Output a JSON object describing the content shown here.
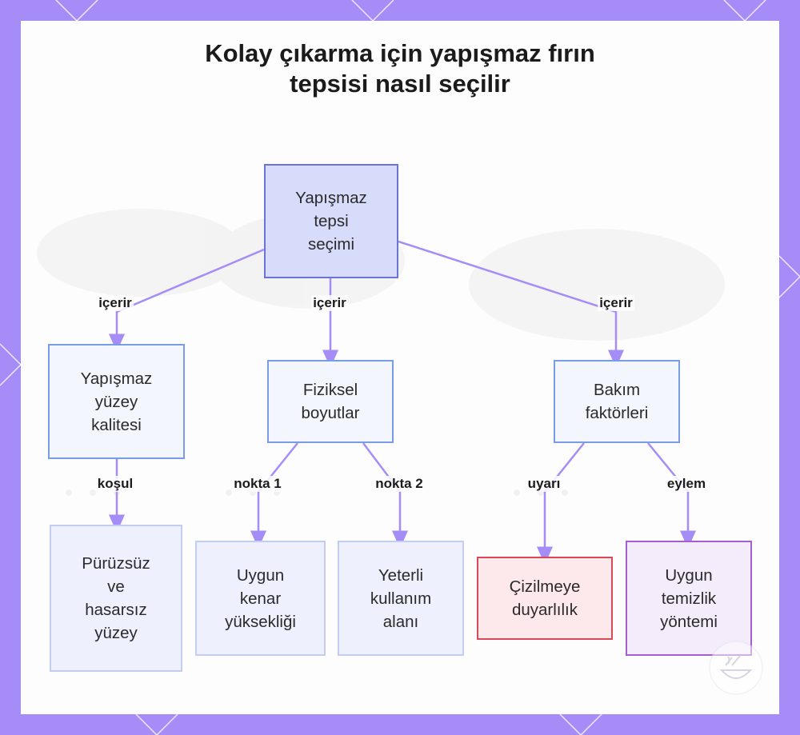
{
  "title": {
    "line1": "Kolay çıkarma için yapışmaz fırın",
    "line2": "tepsisi nasıl seçilir"
  },
  "nodes": {
    "root": "Yapışmaz\ntepsi\nseçimi",
    "surface_quality": "Yapışmaz\nyüzey\nkalitesi",
    "physical_dimensions": "Fiziksel\nboyutlar",
    "care_factors": "Bakım\nfaktörleri",
    "smooth_surface": "Pürüzsüz\nve\nhasarsız\nyüzey",
    "edge_height": "Uygun\nkenar\nyüksekliği",
    "usable_area": "Yeterli\nkullanım\nalanı",
    "scratch_sensitivity": "Çizilmeye\nduyarlılık",
    "cleaning_method": "Uygun\ntemizlik\nyöntemi"
  },
  "edge_labels": {
    "root_to_surface": "içerir",
    "root_to_dimensions": "içerir",
    "root_to_care": "içerir",
    "surface_to_smooth": "koşul",
    "dimensions_to_edge": "nokta 1",
    "dimensions_to_area": "nokta 2",
    "care_to_scratch": "uyarı",
    "care_to_cleaning": "eylem"
  },
  "colors": {
    "frame": "#a58cf7",
    "edge": "#a58cf7",
    "root_fill": "#d8dcfb",
    "warning_border": "#d84a58",
    "action_border": "#a35fd0"
  },
  "icons": {
    "corner_badge": "bowl-icon"
  }
}
